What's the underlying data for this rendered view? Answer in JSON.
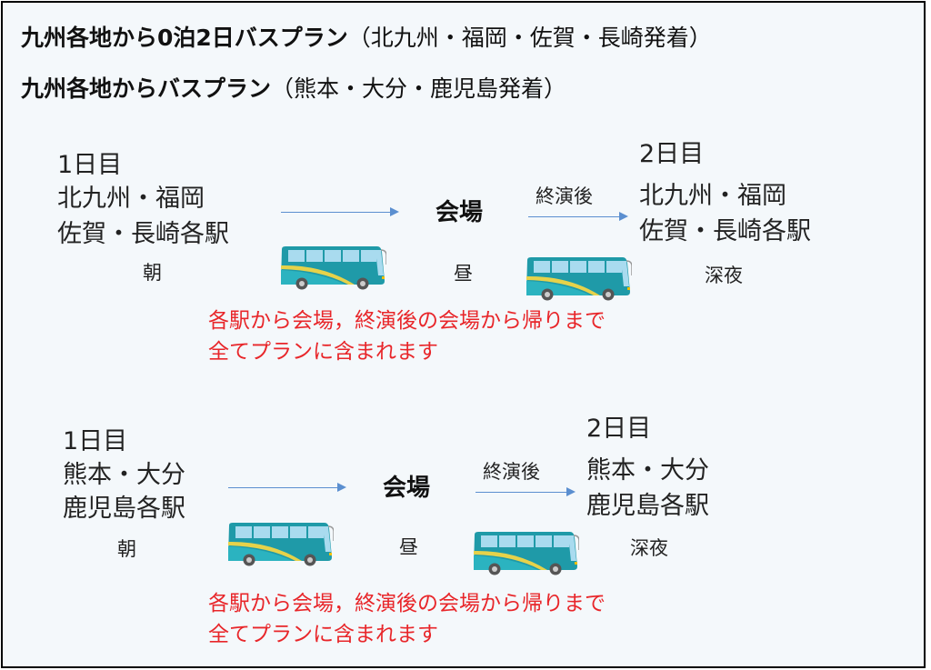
{
  "title": {
    "line1_bold": "九州各地から0泊2日バスプラン",
    "line1_normal": "（北九州・福岡・佐賀・長崎発着）",
    "line2_bold": "九州各地からバスプラン",
    "line2_normal": "（熊本・大分・鹿児島発着）"
  },
  "plan1": {
    "day1": "1日目",
    "origin1": "北九州・福岡",
    "origin2": "佐賀・長崎各駅",
    "morning": "朝",
    "venue": "会場",
    "noon": "昼",
    "after_show": "終演後",
    "day2": "2日目",
    "dest1": "北九州・福岡",
    "dest2": "佐賀・長崎各駅",
    "late_night": "深夜",
    "note1": "各駅から会場，終演後の会場から帰りまで",
    "note2": "全てプランに含まれます"
  },
  "plan2": {
    "day1": "1日目",
    "origin1": "熊本・大分",
    "origin2": "鹿児島各駅",
    "morning": "朝",
    "venue": "会場",
    "noon": "昼",
    "after_show": "終演後",
    "day2": "2日目",
    "dest1": "熊本・大分",
    "dest2": "鹿児島各駅",
    "late_night": "深夜",
    "note1": "各駅から会場，終演後の会場から帰りまで",
    "note2": "全てプランに含まれます"
  },
  "colors": {
    "bus": "#1f9aa8",
    "note": "#e8262a",
    "arrow": "#5b8fd0"
  },
  "icons": [
    "bus-icon",
    "arrow-right-icon"
  ]
}
